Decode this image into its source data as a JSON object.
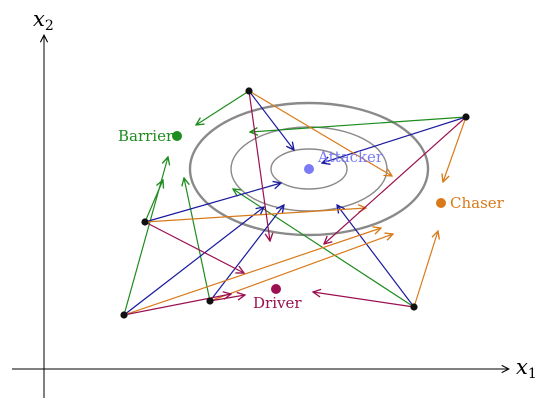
{
  "axes": {
    "x_label": {
      "var": "x",
      "sub": "1"
    },
    "y_label": {
      "var": "x",
      "sub": "2"
    }
  },
  "colors": {
    "barrier": "#1e8c1e",
    "attacker": "#7b7bf5",
    "chaser": "#d97a1a",
    "driver": "#9b1050",
    "blue_edge": "#1a1aa0",
    "ellipse": "#8a8a8a",
    "agent": "#111111"
  },
  "labels": {
    "barrier": "Barrier",
    "attacker": "Attacker",
    "chaser": "Chaser",
    "driver": "Driver"
  }
}
